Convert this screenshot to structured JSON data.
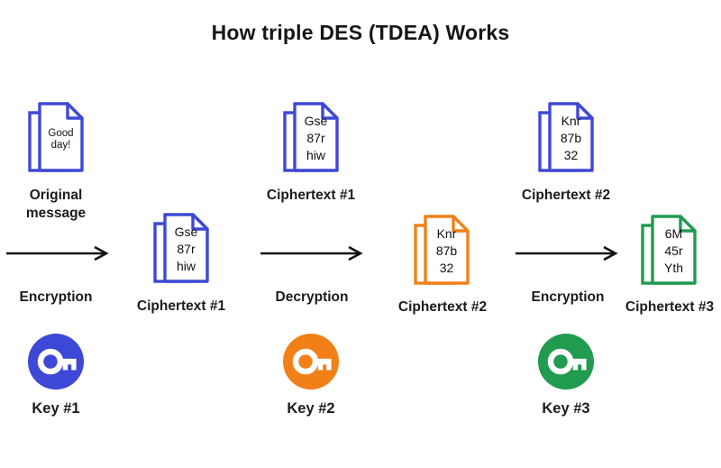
{
  "title": "How triple DES (TDEA) Works",
  "palette": {
    "blue": "#3e48d6",
    "orange": "#f28019",
    "green": "#219b50",
    "ink": "#161616"
  },
  "top_documents": [
    {
      "text": "Good\nday!",
      "label": "Original\nmessage"
    },
    {
      "text": "Gse\n87r\nhiw",
      "label": "Ciphertext #1"
    },
    {
      "text": "Knr\n87b\n32",
      "label": "Ciphertext #2"
    }
  ],
  "flow_documents": [
    {
      "text": "Gse\n87r\nhiw",
      "label": "Ciphertext #1"
    },
    {
      "text": "Knr\n87b\n32",
      "label": "Ciphertext #2"
    },
    {
      "text": "6M\n45r\nYth",
      "label": "Ciphertext #3"
    }
  ],
  "operations": [
    {
      "label": "Encryption"
    },
    {
      "label": "Decryption"
    },
    {
      "label": "Encryption"
    }
  ],
  "keys": [
    {
      "label": "Key #1"
    },
    {
      "label": "Key #2"
    },
    {
      "label": "Key #3"
    }
  ]
}
